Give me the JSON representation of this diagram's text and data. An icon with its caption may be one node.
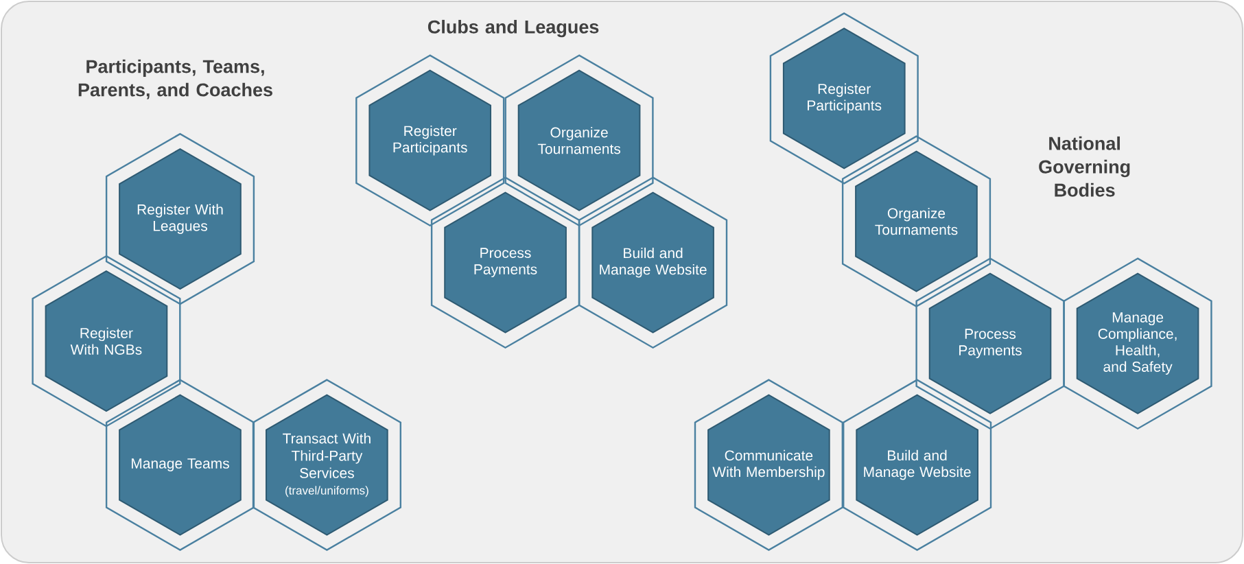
{
  "diagram": {
    "nodes": [
      {
        "text": [
          "Register With Leagues"
        ]
      },
      {
        "text": [
          "Register With NGBs"
        ]
      },
      {
        "text": [
          "Manage Teams"
        ]
      },
      {
        "text": [
          "Transact With Third-Party Services",
          "(travel/uniforms)"
        ]
      },
      {
        "text": [
          "Register Participants"
        ]
      },
      {
        "text": [
          "Organize Tournaments"
        ]
      },
      {
        "text": [
          "Process Payments"
        ]
      },
      {
        "text": [
          "Build and Manage Website"
        ]
      },
      {
        "text": [
          "Register Participants"
        ]
      },
      {
        "text": [
          "Organize Tournaments"
        ]
      },
      {
        "text": [
          "Process Payments"
        ]
      },
      {
        "text": [
          "Manage Compliance, Health, and Safety"
        ]
      },
      {
        "text": [
          "Communicate With Membership"
        ]
      },
      {
        "text": [
          "Build and Manage Website"
        ]
      }
    ],
    "labels": [
      "Participants, Teams, Parents, and Coaches",
      "Clubs and Leagues",
      "National Governing Bodies"
    ]
  }
}
